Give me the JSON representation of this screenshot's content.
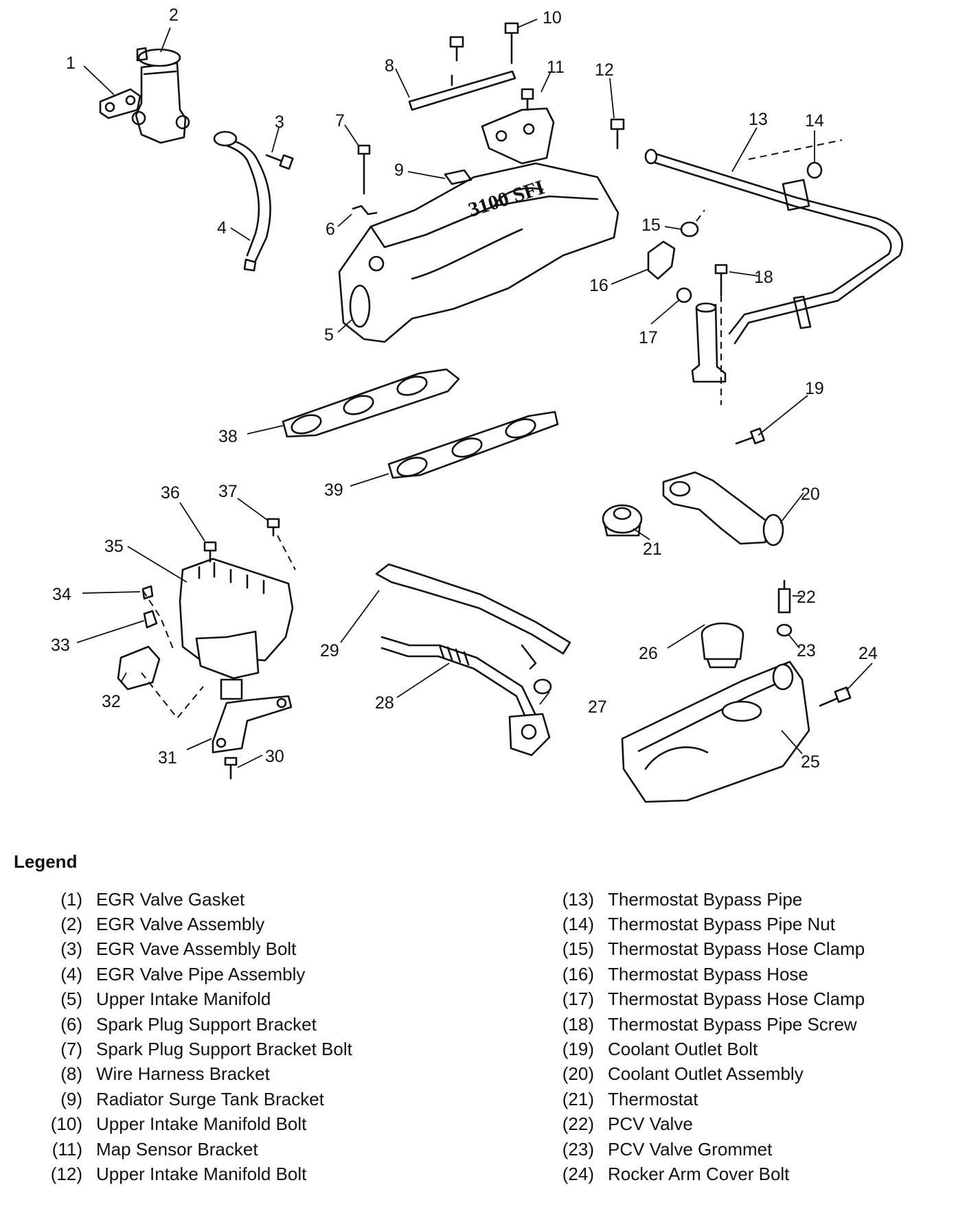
{
  "callouts": {
    "c1": "1",
    "c2": "2",
    "c3": "3",
    "c4": "4",
    "c5": "5",
    "c6": "6",
    "c7": "7",
    "c8": "8",
    "c9": "9",
    "c10": "10",
    "c11": "11",
    "c12": "12",
    "c13": "13",
    "c14": "14",
    "c15": "15",
    "c16": "16",
    "c17": "17",
    "c18": "18",
    "c19": "19",
    "c20": "20",
    "c21": "21",
    "c22": "22",
    "c23": "23",
    "c24": "24",
    "c25": "25",
    "c26": "26",
    "c27": "27",
    "c28": "28",
    "c29": "29",
    "c30": "30",
    "c31": "31",
    "c32": "32",
    "c33": "33",
    "c34": "34",
    "c35": "35",
    "c36": "36",
    "c37": "37",
    "c38": "38",
    "c39": "39"
  },
  "legend": {
    "title": "Legend",
    "left": [
      {
        "num": "(1)",
        "label": "EGR Valve Gasket"
      },
      {
        "num": "(2)",
        "label": "EGR Valve Assembly"
      },
      {
        "num": "(3)",
        "label": "EGR Vave Assembly Bolt"
      },
      {
        "num": "(4)",
        "label": "EGR Valve Pipe Assembly"
      },
      {
        "num": "(5)",
        "label": "Upper Intake Manifold"
      },
      {
        "num": "(6)",
        "label": "Spark Plug Support Bracket"
      },
      {
        "num": "(7)",
        "label": "Spark Plug Support Bracket Bolt"
      },
      {
        "num": "(8)",
        "label": "Wire Harness Bracket"
      },
      {
        "num": "(9)",
        "label": "Radiator Surge Tank Bracket"
      },
      {
        "num": "(10)",
        "label": "Upper Intake Manifold Bolt"
      },
      {
        "num": "(11)",
        "label": "Map Sensor Bracket"
      },
      {
        "num": "(12)",
        "label": "Upper Intake Manifold Bolt"
      }
    ],
    "right": [
      {
        "num": "(13)",
        "label": "Thermostat Bypass Pipe"
      },
      {
        "num": "(14)",
        "label": "Thermostat Bypass Pipe Nut"
      },
      {
        "num": "(15)",
        "label": "Thermostat Bypass Hose Clamp"
      },
      {
        "num": "(16)",
        "label": "Thermostat Bypass Hose"
      },
      {
        "num": "(17)",
        "label": "Thermostat Bypass Hose Clamp"
      },
      {
        "num": "(18)",
        "label": "Thermostat Bypass Pipe Screw"
      },
      {
        "num": "(19)",
        "label": "Coolant Outlet Bolt"
      },
      {
        "num": "(20)",
        "label": "Coolant Outlet Assembly"
      },
      {
        "num": "(21)",
        "label": "Thermostat"
      },
      {
        "num": "(22)",
        "label": "PCV Valve"
      },
      {
        "num": "(23)",
        "label": "PCV Valve Grommet"
      },
      {
        "num": "(24)",
        "label": "Rocker Arm Cover Bolt"
      }
    ]
  }
}
